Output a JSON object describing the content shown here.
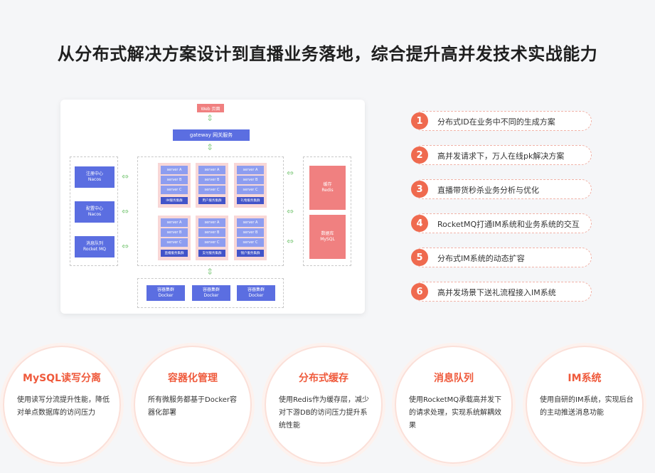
{
  "title": "从分布式解决方案设计到直播业务落地，综合提升高并发技术实战能力",
  "arch": {
    "web": "Web 页面",
    "gateway": "gateway 网关服务",
    "left": [
      {
        "l1": "注册中心",
        "l2": "Nacos"
      },
      {
        "l1": "配置中心",
        "l2": "Nacos"
      },
      {
        "l1": "消息队列",
        "l2": "Rocket MQ"
      }
    ],
    "server_a": "server A",
    "server_b": "server B",
    "server_c": "server C",
    "clusters": [
      "IM服务集群",
      "用户服务集群",
      "礼物服务集群",
      "直播服务集群",
      "支付服务集群",
      "钱户服务集群"
    ],
    "docker": [
      {
        "l1": "容器集群",
        "l2": "Docker"
      },
      {
        "l1": "容器集群",
        "l2": "Docker"
      },
      {
        "l1": "容器集群",
        "l2": "Docker"
      }
    ],
    "right": [
      {
        "l1": "缓存",
        "l2": "Redis"
      },
      {
        "l1": "数据库",
        "l2": "MySQL"
      }
    ]
  },
  "list": [
    {
      "n": "1",
      "text": "分布式ID在业务中不同的生成方案"
    },
    {
      "n": "2",
      "text": "高并发请求下，万人在线pk解决方案"
    },
    {
      "n": "3",
      "text": "直播带货秒杀业务分析与优化"
    },
    {
      "n": "4",
      "text": "RocketMQ打通IM系统和业务系统的交互"
    },
    {
      "n": "5",
      "text": "分布式IM系统的动态扩容"
    },
    {
      "n": "6",
      "text": "高并发场景下送礼流程接入IM系统"
    }
  ],
  "features": [
    {
      "title": "MySQL读写分离",
      "desc": "使用读写分流提升性能，降低对单点数据库的访问压力"
    },
    {
      "title": "容器化管理",
      "desc": "所有微服务都基于Docker容器化部署"
    },
    {
      "title": "分布式缓存",
      "desc": "使用Redis作为缓存层，减少对下游DB的访问压力提升系统性能"
    },
    {
      "title": "消息队列",
      "desc": "使用RocketMQ承载高并发下的请求处理，实现系统解耦效果"
    },
    {
      "title": "IM系统",
      "desc": "使用自研的IM系统，实现后台的主动推送消息功能"
    }
  ]
}
